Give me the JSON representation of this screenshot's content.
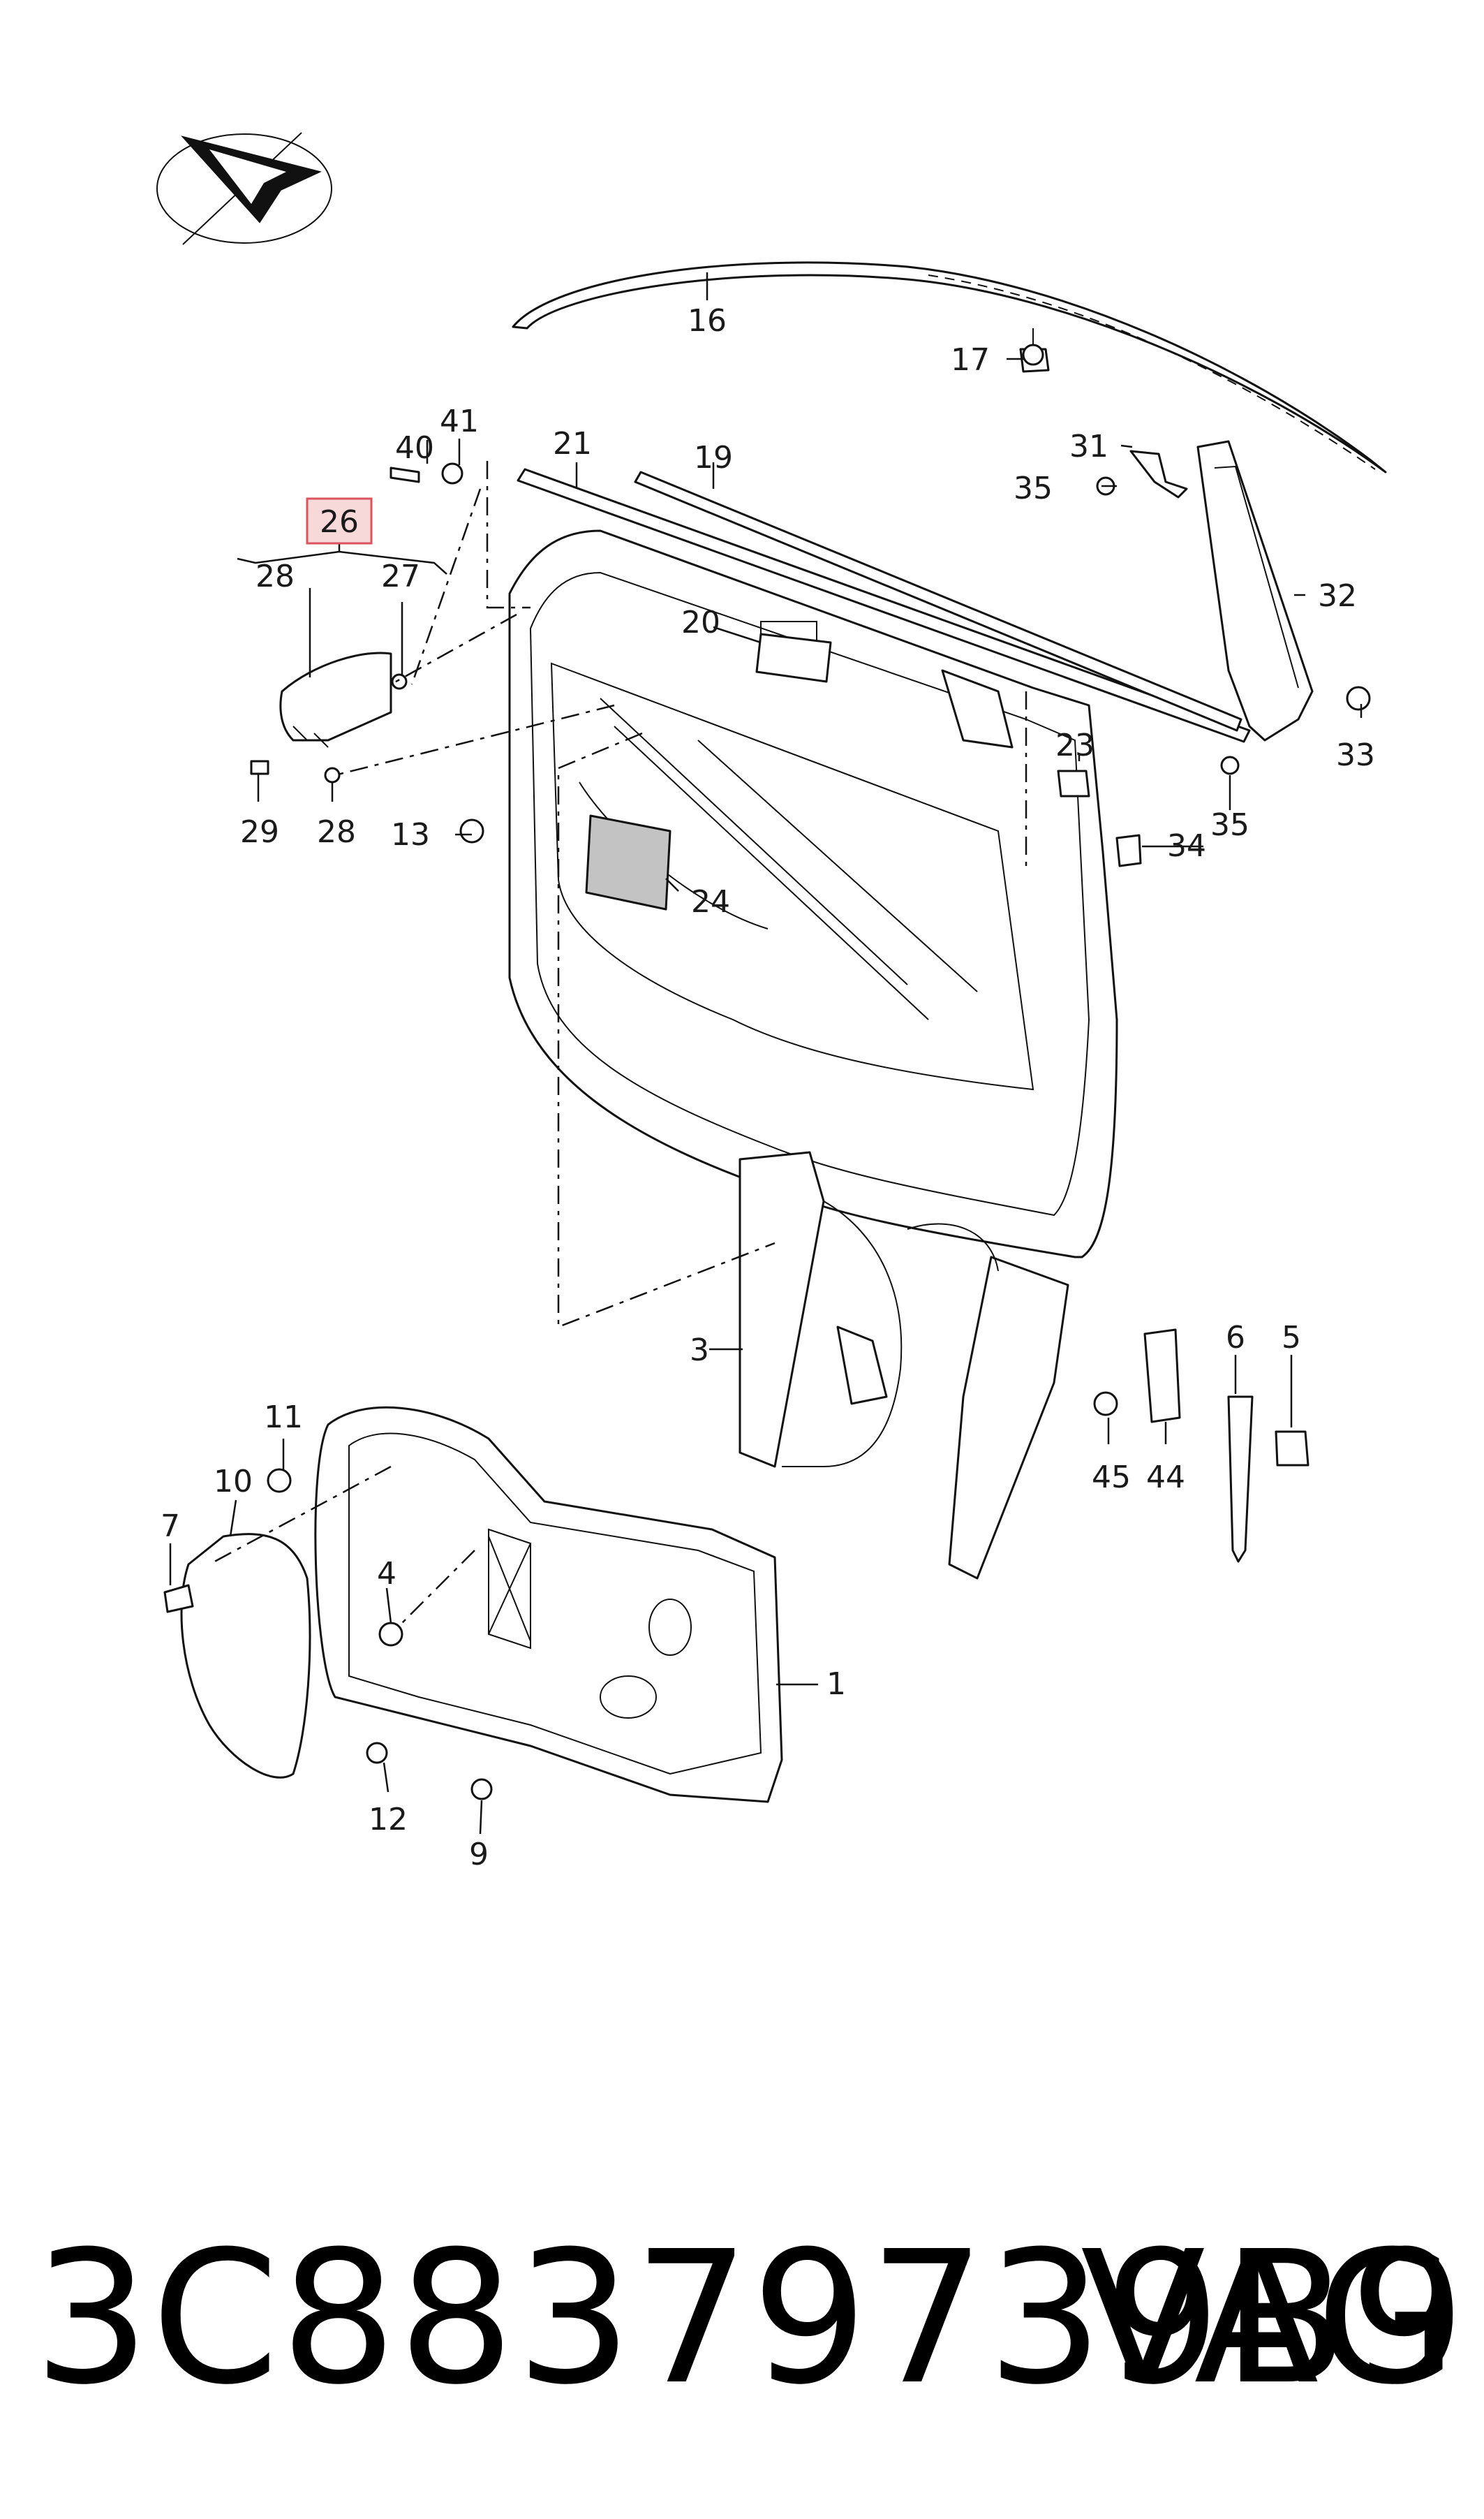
{
  "callouts": [
    {
      "id": "1",
      "label": "1"
    },
    {
      "id": "3",
      "label": "3"
    },
    {
      "id": "4",
      "label": "4"
    },
    {
      "id": "5",
      "label": "5"
    },
    {
      "id": "6",
      "label": "6"
    },
    {
      "id": "7",
      "label": "7"
    },
    {
      "id": "9",
      "label": "9"
    },
    {
      "id": "10",
      "label": "10"
    },
    {
      "id": "11",
      "label": "11"
    },
    {
      "id": "12",
      "label": "12"
    },
    {
      "id": "13",
      "label": "13"
    },
    {
      "id": "16",
      "label": "16"
    },
    {
      "id": "17",
      "label": "17"
    },
    {
      "id": "19",
      "label": "19"
    },
    {
      "id": "20",
      "label": "20"
    },
    {
      "id": "21",
      "label": "21"
    },
    {
      "id": "23",
      "label": "23"
    },
    {
      "id": "24",
      "label": "24"
    },
    {
      "id": "26",
      "label": "26",
      "highlighted": true
    },
    {
      "id": "27",
      "label": "27"
    },
    {
      "id": "28a",
      "label": "28"
    },
    {
      "id": "28b",
      "label": "28"
    },
    {
      "id": "29",
      "label": "29"
    },
    {
      "id": "31",
      "label": "31"
    },
    {
      "id": "32",
      "label": "32"
    },
    {
      "id": "33",
      "label": "33"
    },
    {
      "id": "34",
      "label": "34"
    },
    {
      "id": "35a",
      "label": "35"
    },
    {
      "id": "35b",
      "label": "35"
    },
    {
      "id": "40",
      "label": "40"
    },
    {
      "id": "41",
      "label": "41"
    },
    {
      "id": "44",
      "label": "44"
    },
    {
      "id": "45",
      "label": "45"
    }
  ],
  "footer": {
    "part_number": "3C88379739B9",
    "brand": "VAG"
  },
  "colors": {
    "highlight_fill": "#f8d9da",
    "highlight_stroke": "#d9545e",
    "line": "#111111"
  },
  "icons": {
    "orientation": "direction-arrow-icon"
  }
}
